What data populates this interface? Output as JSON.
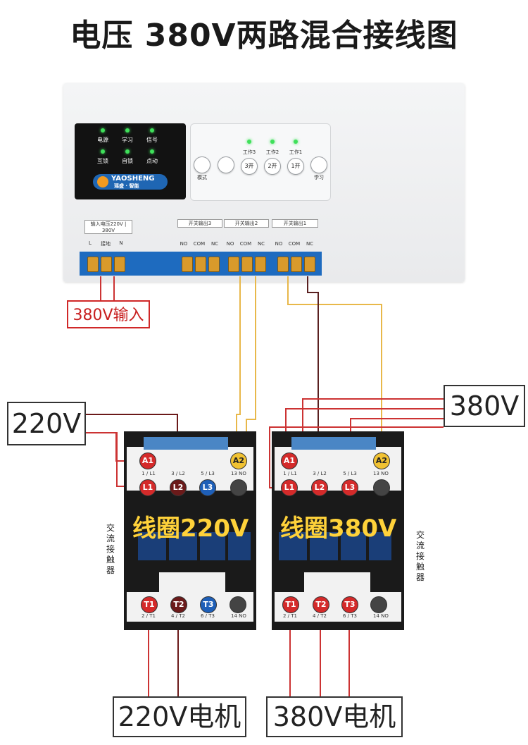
{
  "title": "电压 380V两路混合接线图",
  "device": {
    "leds": [
      "电源",
      "学习",
      "信号",
      "互锁",
      "自锁",
      "点动"
    ],
    "brand": "YAOSHENG",
    "brand_sub": "瑶盛 · 智能",
    "buttons": [
      "模式",
      "3开",
      "2开",
      "1开",
      "学习"
    ],
    "work_labels": [
      "工作3",
      "工作2",
      "工作1"
    ],
    "input_label": "输入电压220V | 380V",
    "input_terms": [
      "L",
      "接地",
      "N"
    ],
    "outputs": [
      {
        "label": "开关输出3",
        "terms": [
          "NO",
          "COM",
          "NC"
        ]
      },
      {
        "label": "开关输出2",
        "terms": [
          "NO",
          "COM",
          "NC"
        ]
      },
      {
        "label": "开关输出1",
        "terms": [
          "NO",
          "COM",
          "NC"
        ]
      }
    ]
  },
  "input_box": "380V输入",
  "supply_220": "220V",
  "supply_380": "380V",
  "contactor_left": {
    "top_terms": [
      "A1",
      "L1",
      "L2",
      "L3",
      "A2"
    ],
    "top_codes": [
      "1 / L1",
      "3 / L2",
      "5 / L3",
      "13 NO"
    ],
    "coil": "线圈220V",
    "bottom_terms": [
      "T1",
      "T2",
      "T3"
    ],
    "bottom_codes": [
      "2 / T1",
      "4 / T2",
      "6 / T3",
      "14 NO"
    ]
  },
  "contactor_right": {
    "top_terms": [
      "A1",
      "L1",
      "L2",
      "L3",
      "A2"
    ],
    "top_codes": [
      "1 / L1",
      "3 / L2",
      "5 / L3",
      "13 NO"
    ],
    "coil": "线圈380V",
    "bottom_terms": [
      "T1",
      "T2",
      "T3"
    ],
    "bottom_codes": [
      "2 / T1",
      "4 / T2",
      "6 / T3",
      "14 NO"
    ]
  },
  "side_label": "交流接触器",
  "motor_220": "220V电机",
  "motor_380": "380V电机",
  "colors": {
    "red": "#d42a2a",
    "darkred": "#6b1a1a",
    "blue": "#1e5fb8",
    "yellow": "#f1c232",
    "wire_yellow": "#e8b84a",
    "wire_red": "#cc3333",
    "wire_dark": "#5a2020"
  }
}
